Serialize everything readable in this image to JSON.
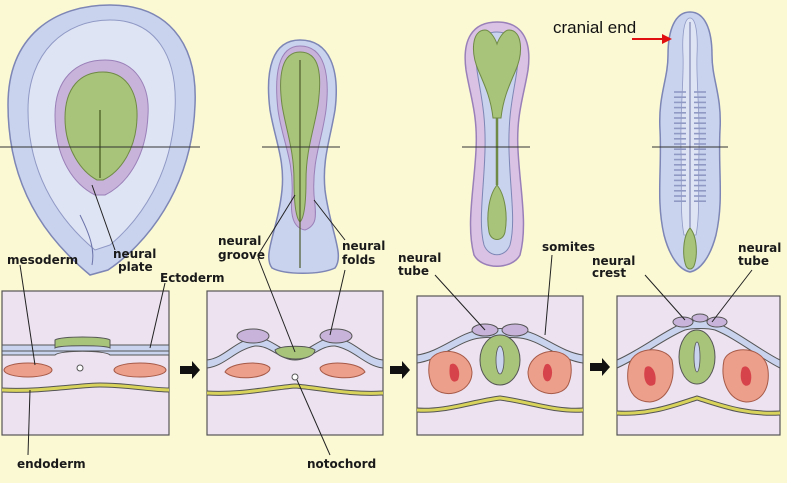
{
  "labels": {
    "cranial_end": "cranial end",
    "neural_plate_1": "neural",
    "neural_plate_2": "plate",
    "mesoderm": "mesoderm",
    "ectoderm": "Ectoderm",
    "neural_groove_1": "neural",
    "neural_groove_2": "groove",
    "neural_folds_1": "neural",
    "neural_folds_2": "folds",
    "neural_tube_a_1": "neural",
    "neural_tube_a_2": "tube",
    "somites": "somites",
    "neural_crest_1": "neural",
    "neural_crest_2": "crest",
    "neural_tube_b_1": "neural",
    "neural_tube_b_2": "tube",
    "endoderm": "endoderm",
    "notochord": "notochord"
  },
  "colors": {
    "background": "#fbf9d4",
    "embryo_outer": "#c9d3ee",
    "embryo_ring": "#c8b3da",
    "neural_plate": "#a8c47a",
    "section_box": "#ece2f0",
    "mesoderm": "#ec9f8a",
    "endoderm_line": "#d8d35a",
    "arrow_red": "#e01010"
  }
}
